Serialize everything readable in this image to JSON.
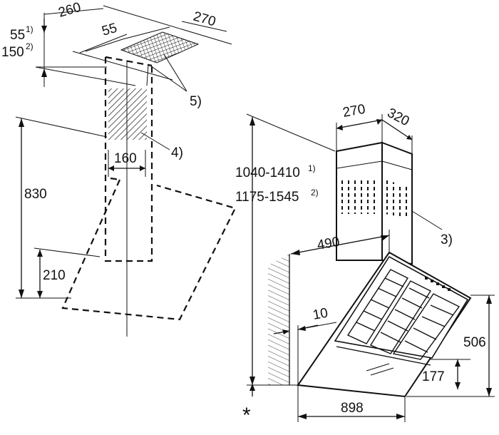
{
  "left_view": {
    "dim_top_width": "260",
    "dim_top_depth": "270",
    "dim_duct_offset": "55",
    "dim_clearance_1": "55",
    "dim_clearance_1_note": "1)",
    "dim_clearance_2": "150",
    "dim_clearance_2_note": "2)",
    "dim_outlet_width": "160",
    "dim_height": "830",
    "dim_lower": "210",
    "callout_5": "5)",
    "callout_4": "4)"
  },
  "right_view": {
    "dim_chimney_width": "270",
    "dim_chimney_depth": "320",
    "dim_height_range_1": "1040-1410",
    "dim_height_range_1_note": "1)",
    "dim_height_range_2": "1175-1545",
    "dim_height_range_2_note": "2)",
    "dim_depth": "490",
    "dim_wall_gap": "10",
    "dim_hood_height": "506",
    "dim_lower_height": "177",
    "dim_hood_width": "898",
    "callout_3": "3)",
    "asterisk": "*"
  }
}
